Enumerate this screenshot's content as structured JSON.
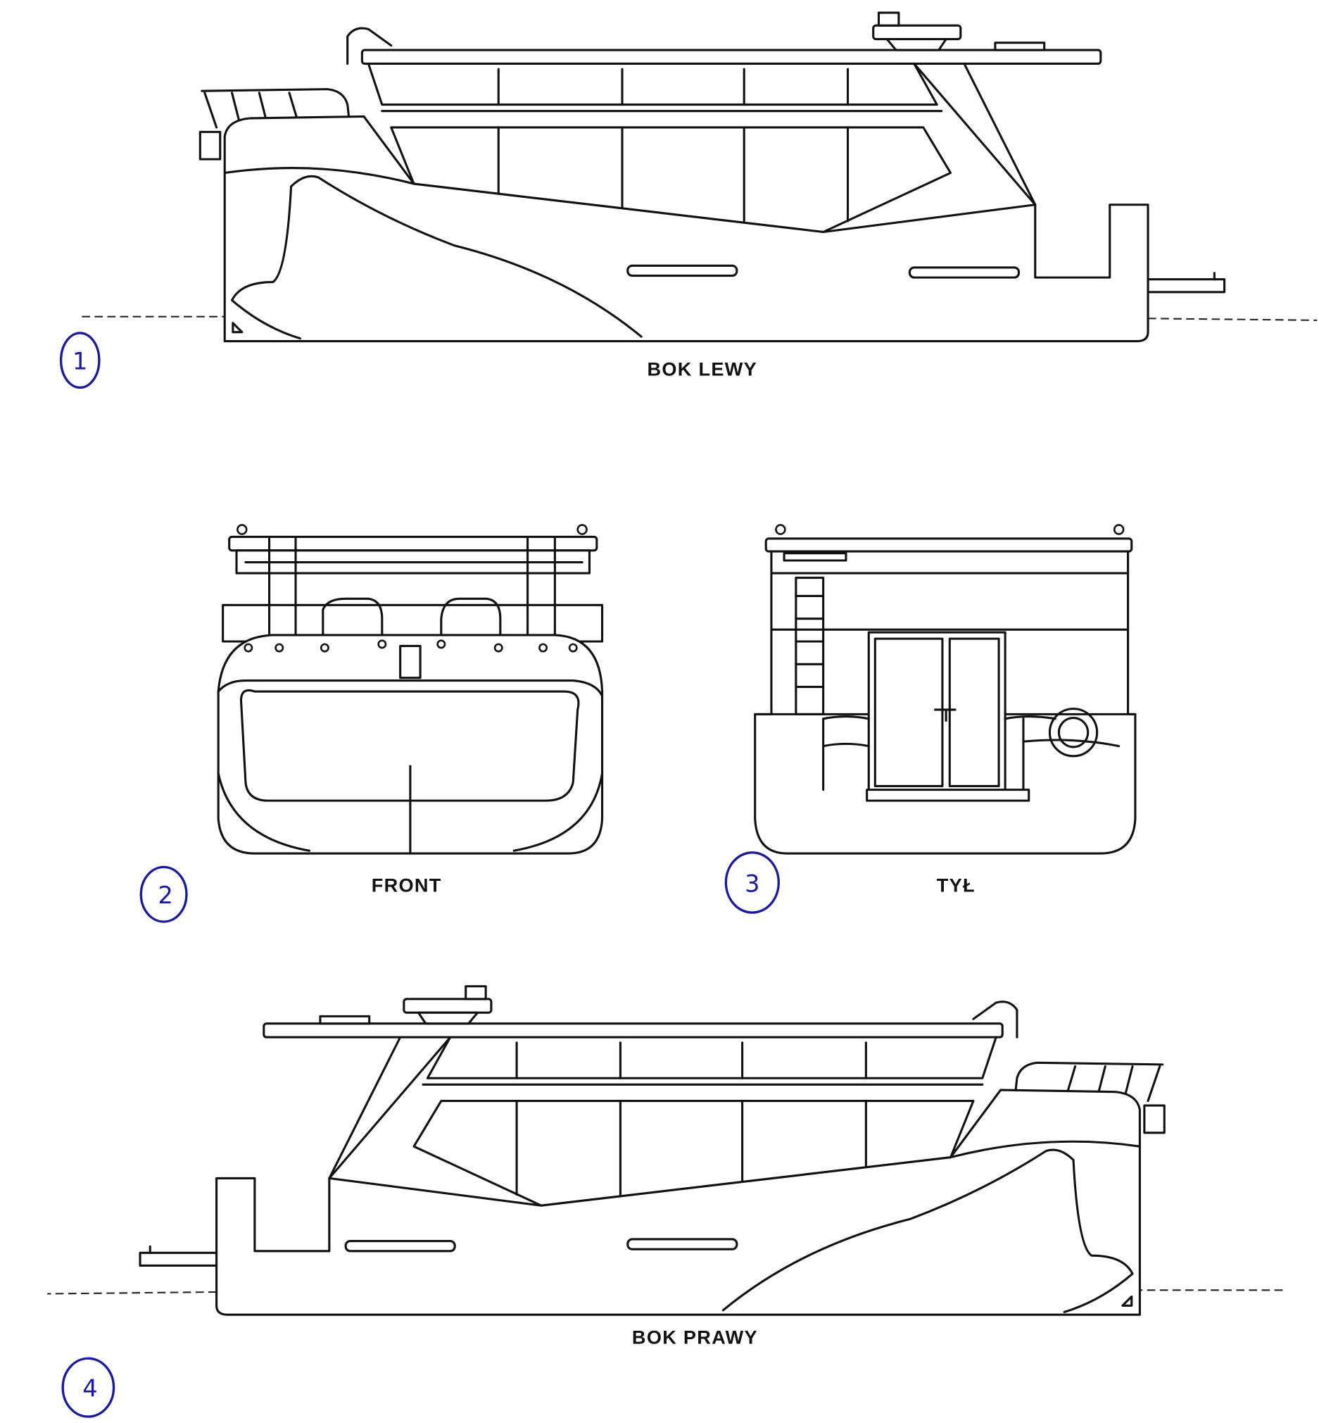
{
  "drawing": {
    "views": [
      {
        "id": "left",
        "label": "BOK LEWY",
        "marker": "1"
      },
      {
        "id": "front",
        "label": "FRONT",
        "marker": "2"
      },
      {
        "id": "rear",
        "label": "TYŁ",
        "marker": "3"
      },
      {
        "id": "right",
        "label": "BOK PRAWY",
        "marker": "4"
      }
    ],
    "colors": {
      "line": "#111111",
      "annotation": "#1a1a9e"
    }
  }
}
